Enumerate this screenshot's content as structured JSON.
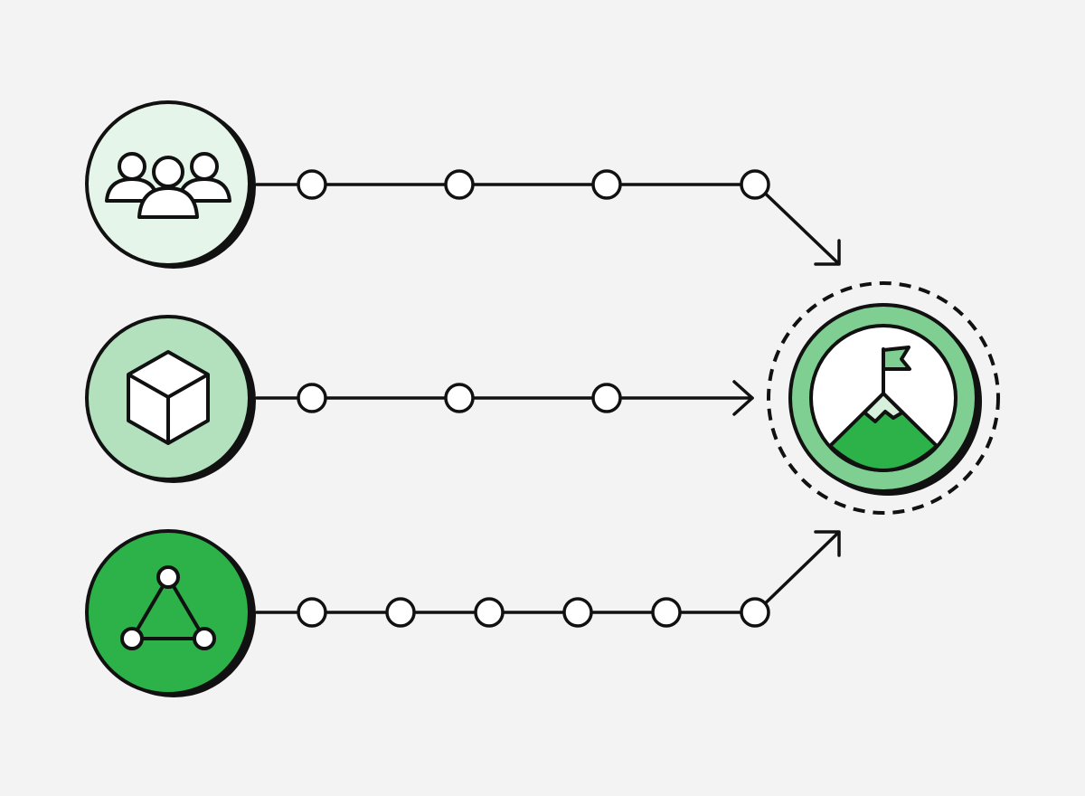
{
  "colors": {
    "background": "#f3f3f3",
    "stroke": "#111111",
    "node_fill": "#ffffff",
    "green_lightest": "#e6f5e9",
    "green_light": "#b3e1bd",
    "green_medium": "#7fcf92",
    "green_strong": "#2db24a"
  },
  "sources": [
    {
      "icon": "people-group-icon",
      "fill_key": "green_lightest",
      "step_count": 4,
      "path": "descend"
    },
    {
      "icon": "cube-icon",
      "fill_key": "green_light",
      "step_count": 3,
      "path": "straight"
    },
    {
      "icon": "triangle-network-icon",
      "fill_key": "green_strong",
      "step_count": 6,
      "path": "ascend"
    }
  ],
  "goal": {
    "icon": "mountain-flag-icon",
    "ring_style": "dashed"
  }
}
